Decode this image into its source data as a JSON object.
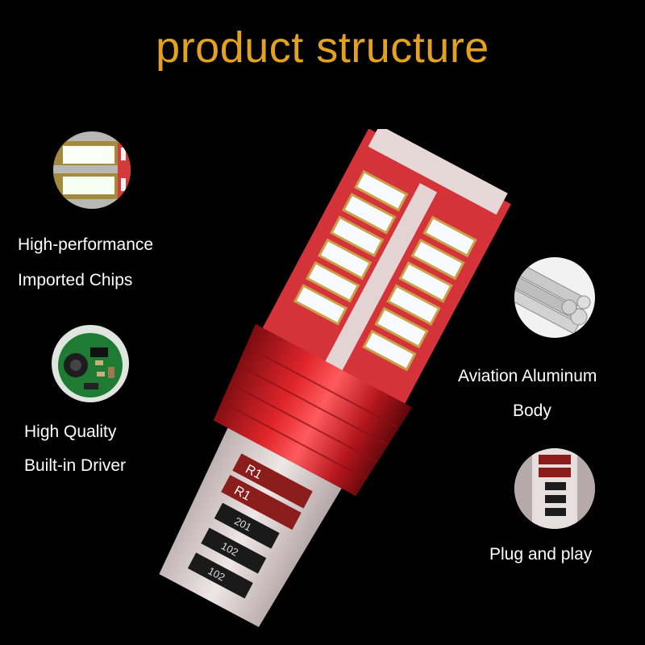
{
  "title": "product structure",
  "accent_color": "#e3a21e",
  "features": [
    {
      "icon": "led-chips-icon",
      "lines": [
        "High-performance",
        "Imported Chips"
      ]
    },
    {
      "icon": "circuit-board-icon",
      "lines": [
        "High Quality",
        "Built-in Driver"
      ]
    },
    {
      "icon": "aluminum-rods-icon",
      "lines": [
        "Aviation Aluminum",
        "Body"
      ]
    },
    {
      "icon": "plug-base-icon",
      "lines": [
        "Plug and play"
      ]
    }
  ],
  "bulb": {
    "resistor_labels": [
      "201",
      "102",
      "102"
    ],
    "marking": "R1"
  }
}
